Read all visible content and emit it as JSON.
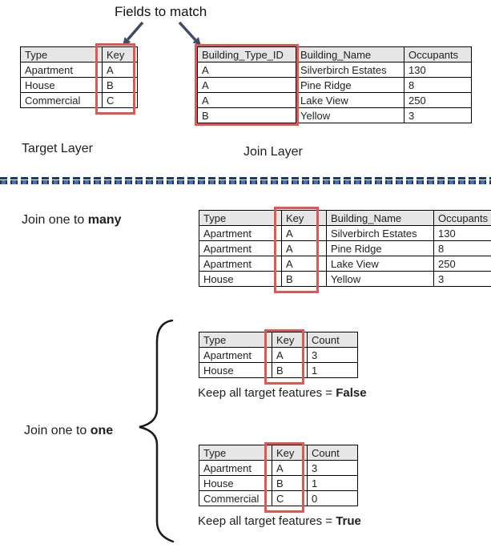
{
  "colors": {
    "red": "#E0574F",
    "navy": "#3E4C66",
    "divider_dark": "#1F3864",
    "divider_blue": "#4472C4",
    "header_bg": "#E7E6E6",
    "table_border": "#000000"
  },
  "annotation": {
    "fields_to_match": "Fields to match"
  },
  "target_layer": {
    "caption": "Target Layer",
    "table": {
      "columns": [
        "Type",
        "Key"
      ],
      "rows": [
        [
          "Apartment",
          "A"
        ],
        [
          "House",
          "B"
        ],
        [
          "Commercial",
          "C"
        ]
      ],
      "highlighted_column": "Key"
    }
  },
  "join_layer": {
    "caption": "Join Layer",
    "table": {
      "columns": [
        "Building_Type_ID",
        "Building_Name",
        "Occupants"
      ],
      "rows": [
        [
          "A",
          "Silverbirch Estates",
          "130"
        ],
        [
          "A",
          "Pine Ridge",
          "8"
        ],
        [
          "A",
          "Lake View",
          "250"
        ],
        [
          "B",
          "Yellow",
          "3"
        ]
      ],
      "highlighted_column": "Building_Type_ID"
    }
  },
  "join_one_to_many": {
    "label": {
      "prefix": "Join one to ",
      "bold": "many"
    },
    "table": {
      "columns": [
        "Type",
        "Key",
        "Building_Name",
        "Occupants"
      ],
      "rows": [
        [
          "Apartment",
          "A",
          "Silverbirch Estates",
          "130"
        ],
        [
          "Apartment",
          "A",
          "Pine Ridge",
          "8"
        ],
        [
          "Apartment",
          "A",
          "Lake View",
          "250"
        ],
        [
          "House",
          "B",
          "Yellow",
          "3"
        ]
      ],
      "highlighted_column": "Key"
    }
  },
  "join_one_to_one": {
    "label": {
      "prefix": "Join one to ",
      "bold": "one"
    },
    "keep_false": {
      "table": {
        "columns": [
          "Type",
          "Key",
          "Count"
        ],
        "rows": [
          [
            "Apartment",
            "A",
            "3"
          ],
          [
            "House",
            "B",
            "1"
          ]
        ],
        "highlighted_column": "Key"
      },
      "caption": {
        "prefix": "Keep all target features = ",
        "bold": "False"
      }
    },
    "keep_true": {
      "table": {
        "columns": [
          "Type",
          "Key",
          "Count"
        ],
        "rows": [
          [
            "Apartment",
            "A",
            "3"
          ],
          [
            "House",
            "B",
            "1"
          ],
          [
            "Commercial",
            "C",
            "0"
          ]
        ],
        "highlighted_column": "Key"
      },
      "caption": {
        "prefix": "Keep all target features = ",
        "bold": "True"
      }
    }
  }
}
